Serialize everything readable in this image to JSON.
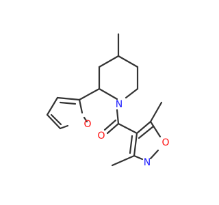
{
  "diagram": {
    "type": "chemical-structure",
    "atoms": {
      "piperidine_n": "N",
      "carbonyl_o": "O",
      "furan_o": "O",
      "isoxazole_o": "O",
      "isoxazole_n": "N"
    },
    "colors": {
      "bond": "#333333",
      "oxygen": "#ff0d0d",
      "nitrogen": "#2020ff",
      "background": "#ffffff"
    }
  }
}
